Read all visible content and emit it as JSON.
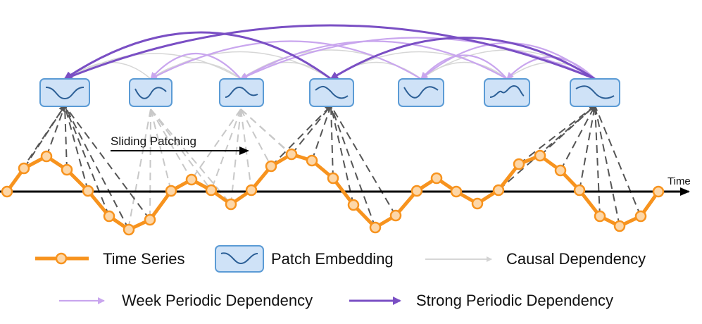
{
  "labels": {
    "sliding_patching": "Sliding Patching",
    "time_axis": "Time"
  },
  "legend": {
    "time_series": "Time Series",
    "patch_embedding": "Patch Embedding",
    "causal_dependency": "Causal Dependency",
    "week_periodic": "Week Periodic Dependency",
    "strong_periodic": "Strong Periodic Dependency"
  },
  "colors": {
    "series": "#F7931E",
    "marker_fill": "#FDD7A8",
    "patch_fill": "#CFE2F7",
    "patch_border": "#5B9BD5",
    "wave": "#2C5F96",
    "causal": "#D3D3D3",
    "week": "#C9A6EE",
    "strong": "#7A4FC4",
    "dashed": "#555555",
    "axis": "#000000"
  },
  "patches": [
    {
      "id": "p1",
      "wave": "sine-down"
    },
    {
      "id": "p2",
      "wave": "sine-up"
    },
    {
      "id": "p3",
      "wave": "sine-up"
    },
    {
      "id": "p4",
      "wave": "sine-down"
    },
    {
      "id": "p5",
      "wave": "sine-up"
    },
    {
      "id": "p6",
      "wave": "sine-up"
    },
    {
      "id": "p7",
      "wave": "sine-down"
    }
  ]
}
